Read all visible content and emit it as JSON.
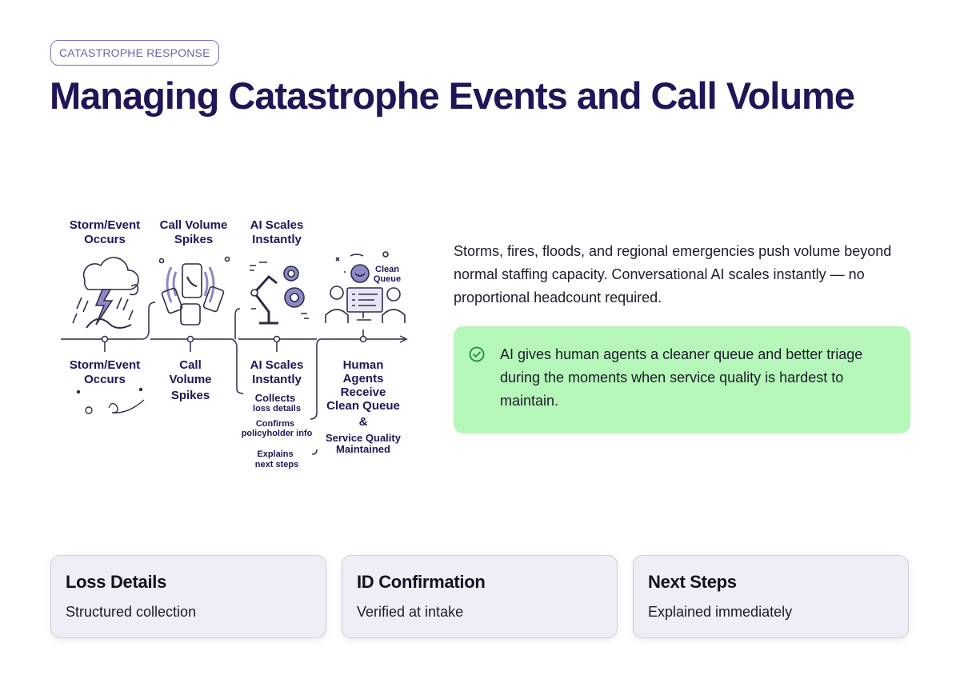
{
  "header": {
    "tag": "CATASTROPHE RESPONSE",
    "title": "Managing Catastrophe Events and Call Volume"
  },
  "illustration": {
    "top_labels": [
      [
        "Storm/Event",
        "Occurs"
      ],
      [
        "Call Volume",
        "Spikes"
      ],
      [
        "AI Scales",
        "Instantly"
      ]
    ],
    "clean_queue": [
      "Clean",
      "Queue"
    ],
    "bottom_storm": [
      "Storm/Event",
      "Occurs"
    ],
    "bottom_call": [
      "Call",
      "Volume",
      "Spikes"
    ],
    "bottom_ai": [
      "AI Scales",
      "Instantly"
    ],
    "ai_steps": {
      "collects": "Collects",
      "loss_details": "loss details",
      "confirms": "Confirms",
      "policyholder_info": "policyholder info",
      "explains": "Explains",
      "next_steps": "next steps"
    },
    "human": [
      "Human",
      "Agents",
      "Receive",
      "Clean Queue",
      "&",
      "Service Quality",
      "Maintained"
    ],
    "colors": {
      "ink": "#1f1657",
      "accent": "#8e88c8",
      "line": "#2b2f45"
    }
  },
  "description": "Storms, fires, floods, and regional emergencies push volume beyond normal staffing capacity. Conversational AI scales instantly — no proportional headcount required.",
  "callout": {
    "icon": "check-circle-icon",
    "text": "AI gives human agents a cleaner queue and better triage during the moments when service quality is hardest to maintain.",
    "background": "#b5f7b8",
    "icon_color": "#1f8a3a"
  },
  "cards": [
    {
      "title": "Loss Details",
      "subtitle": "Structured collection"
    },
    {
      "title": "ID Confirmation",
      "subtitle": "Verified at intake"
    },
    {
      "title": "Next Steps",
      "subtitle": "Explained immediately"
    }
  ],
  "colors": {
    "title": "#1f1657",
    "tag_border": "#7a74b4",
    "card_bg": "#eeeef6"
  }
}
